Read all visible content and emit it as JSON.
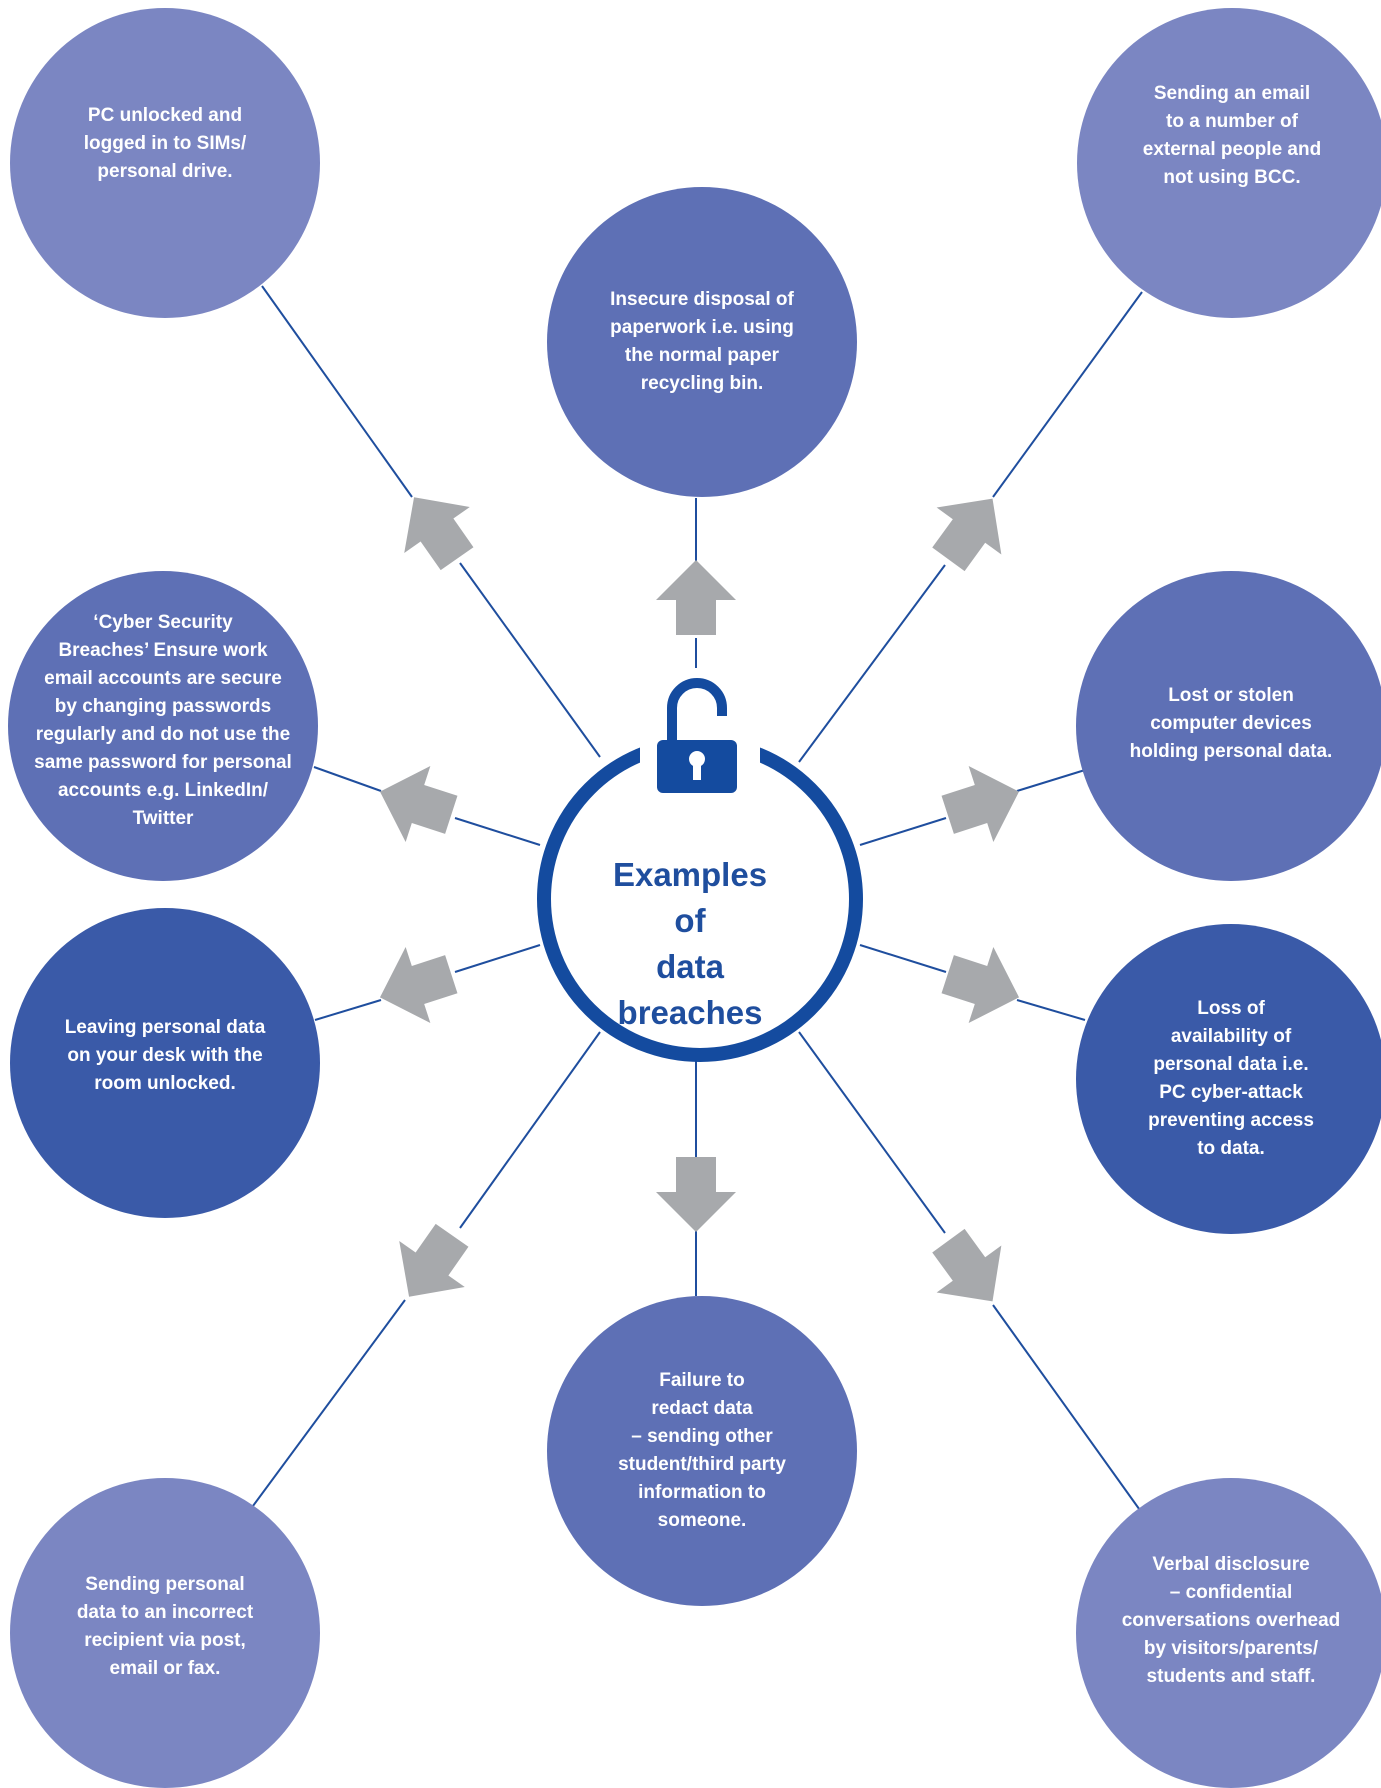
{
  "center": {
    "title": "Examples of\ndata breaches"
  },
  "colors": {
    "light": "#7b86c2",
    "mid": "#5e70b5",
    "dark": "#3a5aa8",
    "ring": "#144b9f",
    "arrow": "#a7a9ac",
    "line": "#1f4e9e"
  },
  "icons": {
    "lock": "unlocked-padlock-icon"
  },
  "nodes": [
    {
      "id": "pc-unlocked",
      "shade": "light",
      "text": "PC unlocked and\nlogged in to SIMs/\npersonal drive."
    },
    {
      "id": "insecure-disposal",
      "shade": "mid",
      "text": "Insecure disposal of\npaperwork i.e. using\nthe normal paper\nrecycling bin."
    },
    {
      "id": "email-no-bcc",
      "shade": "light",
      "text": "Sending an email\nto a number of\nexternal people and\nnot using BCC."
    },
    {
      "id": "cyber-security",
      "shade": "mid",
      "text": "‘Cyber Security\nBreaches’ Ensure work\nemail accounts are secure\nby changing passwords\nregularly  and do not use the\nsame password for personal\naccounts e.g. LinkedIn/\nTwitter"
    },
    {
      "id": "lost-stolen",
      "shade": "mid",
      "text": "Lost or stolen\ncomputer devices\nholding personal data."
    },
    {
      "id": "leaving-data",
      "shade": "dark",
      "text": "Leaving personal data\non your desk with the\nroom unlocked."
    },
    {
      "id": "loss-availability",
      "shade": "dark",
      "text": "Loss of\navailability of\npersonal data i.e.\nPC cyber-attack\npreventing access\nto data."
    },
    {
      "id": "failure-redact",
      "shade": "mid",
      "text": "Failure to\nredact data\n– sending other\nstudent/third party\ninformation to\nsomeone."
    },
    {
      "id": "incorrect-recipient",
      "shade": "light",
      "text": "Sending personal\ndata to an incorrect\nrecipient via post,\nemail or fax."
    },
    {
      "id": "verbal-disclosure",
      "shade": "light",
      "text": "Verbal disclosure\n– confidential\nconversations overhead\nby visitors/parents/\nstudents and staff."
    }
  ]
}
